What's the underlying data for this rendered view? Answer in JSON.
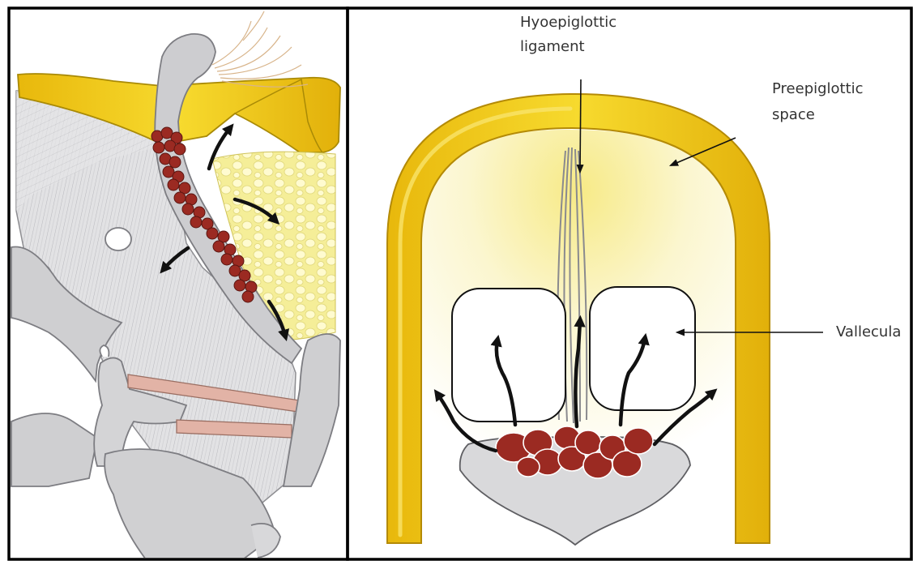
{
  "labels": {
    "hyoepiglottic_line1": "Hyoepiglottic",
    "hyoepiglottic_line2": "ligament",
    "preepiglottic_line1": "Preepiglottic",
    "preepiglottic_line2": "space",
    "vallecula": "Vallecula"
  },
  "colors": {
    "cartilage_yellow": "#f2cf1b",
    "cartilage_dark": "#c49a08",
    "fat_yellow": "#fff8a6",
    "tumor_red": "#9b2a22",
    "bone_gray": "#cfcfd1",
    "muscle_gray": "#d9d9db",
    "ligament_pink": "#e6b6a8",
    "arrow": "#111111",
    "frame": "#000000"
  }
}
